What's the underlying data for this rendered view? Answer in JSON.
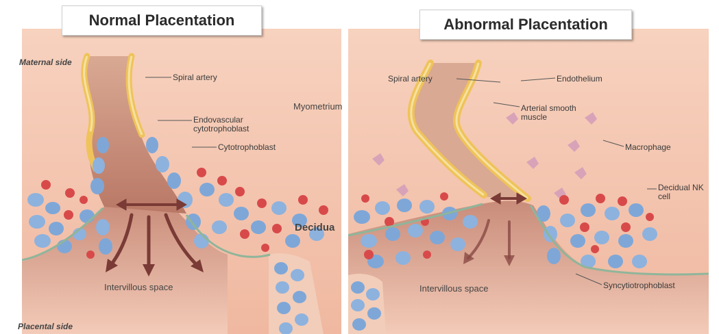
{
  "titles": {
    "left": "Normal Placentation",
    "right": "Abnormal Placentation"
  },
  "labels": {
    "maternal_side": "Maternal side",
    "placental_side": "Placental side",
    "left_spiral_artery": "Spiral artery",
    "endovascular_cytotrophoblast": "Endovascular cytotrophoblast",
    "cytotrophoblast": "Cytotrophoblast",
    "myometrium": "Myometrium",
    "decidua": "Decidua",
    "left_intervillous_space": "Intervillous space",
    "right_spiral_artery": "Spiral artery",
    "endothelium": "Endothelium",
    "arterial_smooth_muscle": "Arterial smooth muscle",
    "macrophage": "Macrophage",
    "decidual_nk_cell": "Decidual NK cell",
    "right_intervillous_space": "Intervillous space",
    "syncytiotrophoblast": "Syncytiotrophoblast"
  },
  "colors": {
    "tissue": "#f3c1a8",
    "tissue_light": "#f7d3c0",
    "lumen": "#cf9e8a",
    "artery_wall": "#f2c866",
    "trophoblast": "#7ea7d8",
    "nk_cell": "#d84a4a",
    "arrow": "#7a3a35",
    "syncytio": "#8fb59a"
  }
}
